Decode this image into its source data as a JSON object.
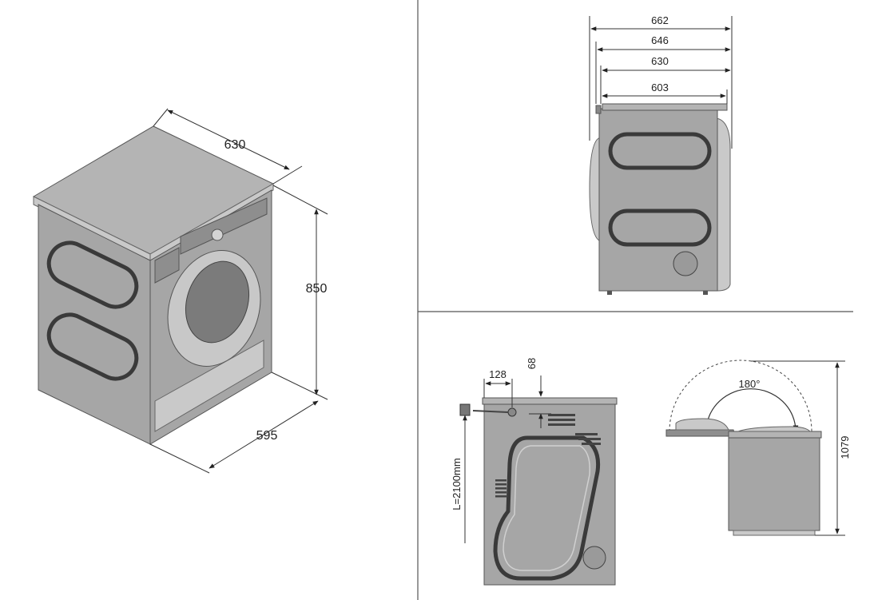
{
  "iso_view": {
    "depth": "630",
    "height": "850",
    "width": "595"
  },
  "side_view": {
    "dims": [
      "662",
      "646",
      "630",
      "603"
    ]
  },
  "rear_view": {
    "hose_offset": "128",
    "top_offset": "68",
    "hose_length": "L=2100mm"
  },
  "door_view": {
    "angle": "180°",
    "total_height": "1079"
  },
  "colors": {
    "appliance": "#a6a6a6",
    "appliance_top": "#b4b4b4",
    "line": "#333333",
    "divider": "#555555"
  }
}
